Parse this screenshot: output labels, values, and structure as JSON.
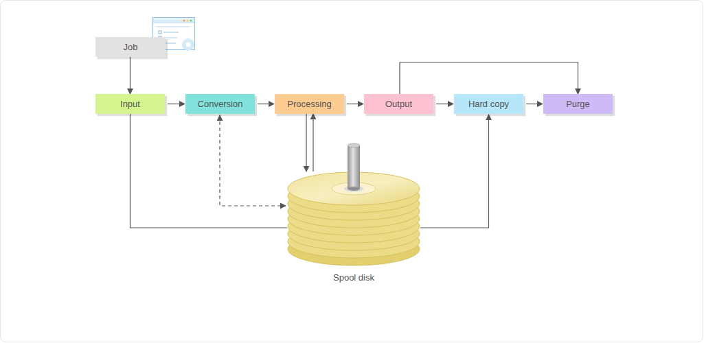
{
  "diagram": {
    "nodes": [
      {
        "text": [
          "Job"
        ]
      },
      {
        "text": [
          "Input"
        ]
      },
      {
        "text": [
          "Conversion"
        ]
      },
      {
        "text": [
          "Processing"
        ]
      },
      {
        "text": [
          "Output"
        ]
      },
      {
        "text": [
          "Hard copy"
        ]
      },
      {
        "text": [
          "Purge"
        ]
      },
      {
        "text": [
          "Spool disk"
        ]
      }
    ],
    "edges": [
      {
        "from": 0,
        "to": 1,
        "arrow": "to"
      },
      {
        "from": 1,
        "to": 2,
        "arrow": "to"
      },
      {
        "from": 2,
        "to": 3,
        "arrow": "to"
      },
      {
        "from": 3,
        "to": 4,
        "arrow": "to"
      },
      {
        "from": 4,
        "to": 5,
        "arrow": "to"
      },
      {
        "from": 5,
        "to": 6,
        "arrow": "to"
      },
      {
        "from": 4,
        "to": 6,
        "arrow": "to"
      },
      {
        "from": 1,
        "to": 7,
        "arrow": "none"
      },
      {
        "from": 2,
        "to": 7,
        "arrow": "both"
      },
      {
        "from": 3,
        "to": 7,
        "arrow": "to"
      },
      {
        "from": 7,
        "to": 3,
        "arrow": "to"
      },
      {
        "from": 7,
        "to": 5,
        "arrow": "to"
      }
    ]
  }
}
